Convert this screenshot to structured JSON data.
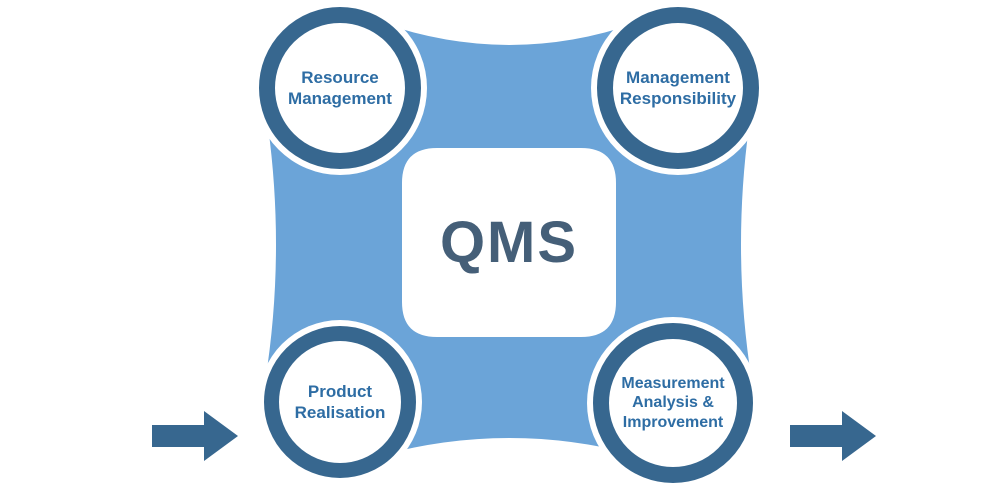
{
  "diagram": {
    "title": "QMS",
    "type": "quality-management-cycle",
    "center_label": "QMS",
    "nodes": [
      {
        "id": "resource-management",
        "position": "top-left",
        "lines": [
          "Resource",
          "Management"
        ]
      },
      {
        "id": "management-responsibility",
        "position": "top-right",
        "lines": [
          "Management",
          "Responsibility"
        ]
      },
      {
        "id": "product-realisation",
        "position": "bottom-left",
        "lines": [
          "Product",
          "Realisation"
        ]
      },
      {
        "id": "measurement-analysis-improvement",
        "position": "bottom-right",
        "lines": [
          "Measurement",
          "Analysis &",
          "Improvement"
        ]
      }
    ],
    "arrows": [
      {
        "id": "input-arrow",
        "side": "left",
        "direction": "right"
      },
      {
        "id": "output-arrow",
        "side": "right",
        "direction": "right"
      }
    ],
    "colors": {
      "band": "#6BA4D8",
      "ring": "#37678F",
      "node_fill": "#FFFFFF",
      "node_text": "#2E6DA4",
      "center_text": "#455F78",
      "arrow": "#37678F",
      "background": "#FFFFFF"
    }
  }
}
